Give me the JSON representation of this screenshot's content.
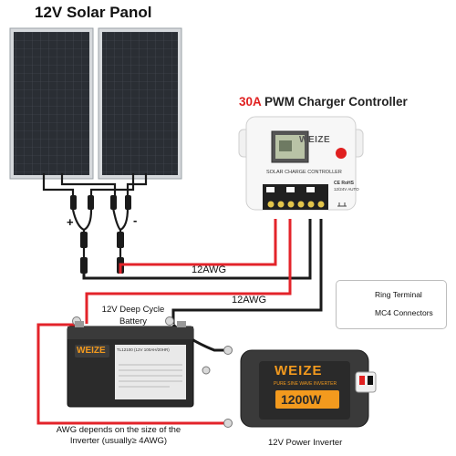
{
  "title": "12V Solar Panol",
  "controller": {
    "title_accent": "30A",
    "title_rest": " PWM Charger Controller",
    "brand": "WEIZE",
    "panel_text": "SOLAR CHARGE CONTROLLER",
    "ce_text": "CE RoHS",
    "volt_text": "12/24V AUTO"
  },
  "panel_polarity": {
    "plus": "+",
    "minus": "-"
  },
  "wires": {
    "awg_top": "12AWG",
    "awg_bottom": "12AWG"
  },
  "battery": {
    "label_line1": "12V Deep Cycle",
    "label_line2": "Battery",
    "brand": "WEIZE",
    "model": "TL12100 (12V 100AH/20HR)"
  },
  "legend": {
    "ring_terminal": "Ring Terminal",
    "mc4_connectors": "MC4 Connectors"
  },
  "inverter": {
    "brand": "WEIZE",
    "subtitle": "PURE SINE WAVE INVERTER",
    "power": "1200W",
    "label": "12V Power Inverter"
  },
  "note": {
    "line1": "AWG depends on the size of the",
    "line2": "Inverter (usually≥ 4AWG)"
  },
  "colors": {
    "red_wire": "#e3232a",
    "black_wire": "#1a1a1a",
    "panel_cell": "#2b2f35",
    "panel_frame": "#c8ccd0",
    "accent": "#e02020",
    "inverter_orange": "#f39a1e"
  }
}
